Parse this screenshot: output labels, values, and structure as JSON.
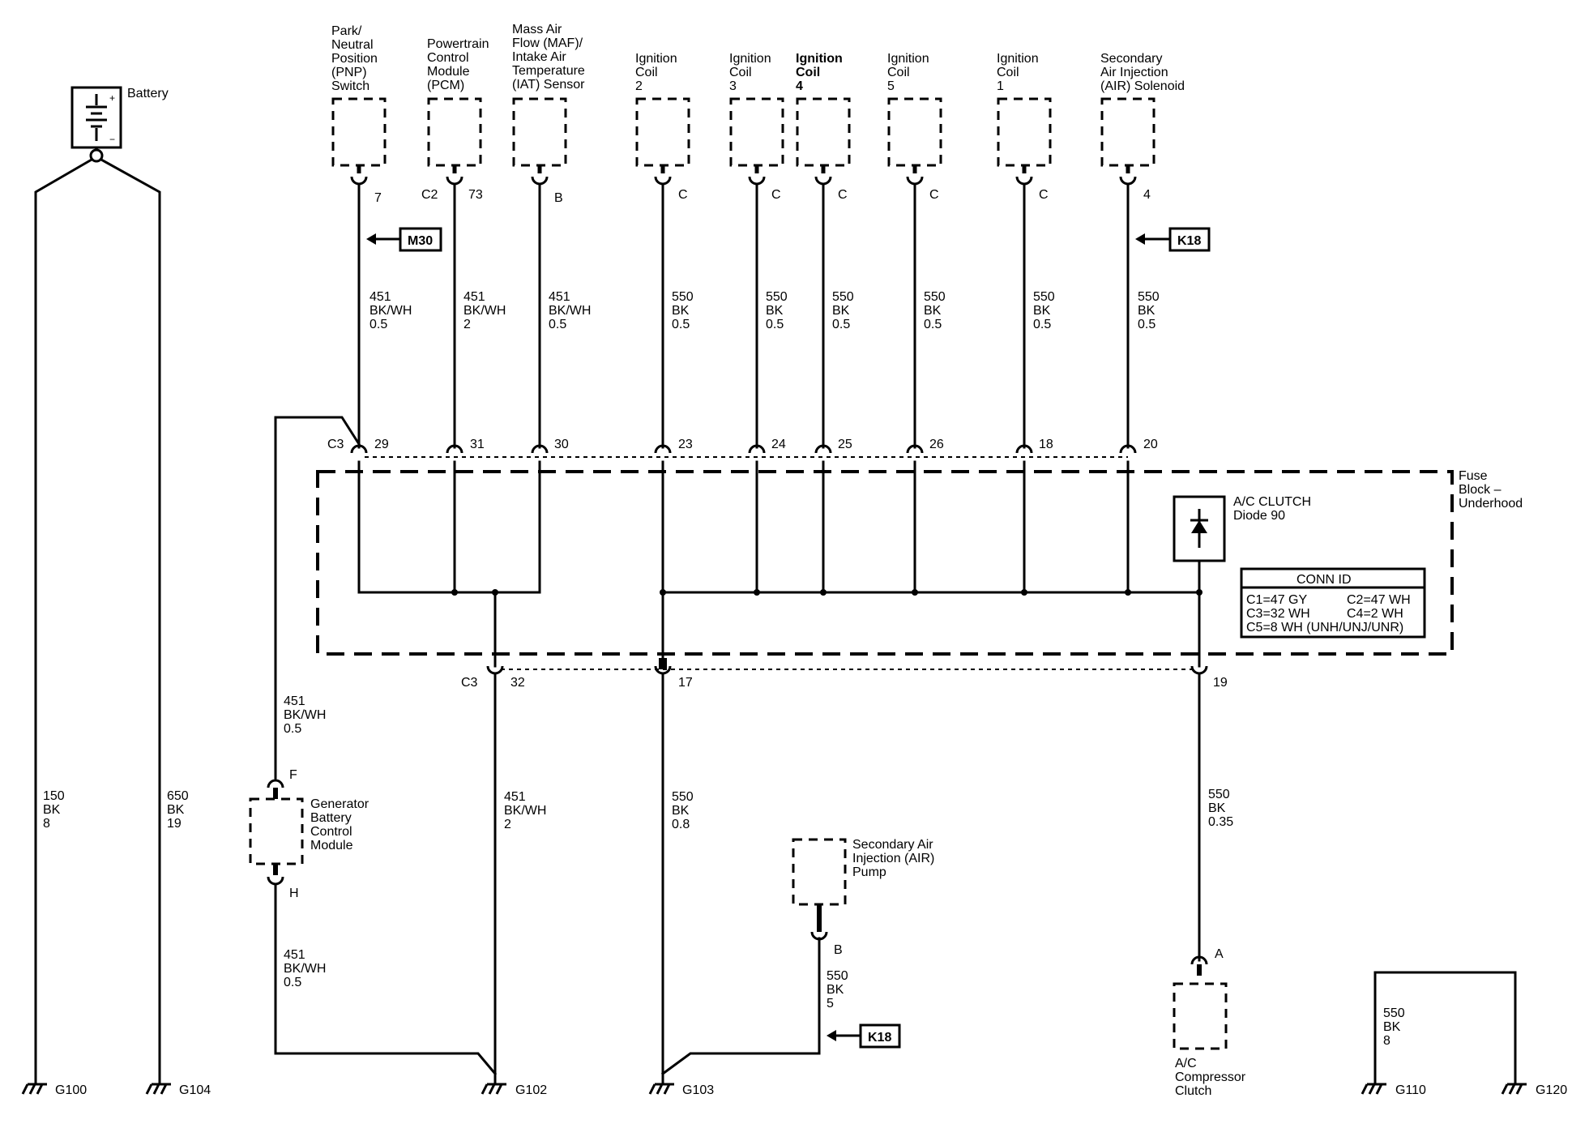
{
  "battery": {
    "label": "Battery",
    "plus": "+",
    "minus": "−"
  },
  "components": {
    "pnp": [
      "Park/",
      "Neutral",
      "Position",
      "(PNP)",
      "Switch"
    ],
    "pcm": [
      "Powertrain",
      "Control",
      "Module",
      "(PCM)"
    ],
    "maf": [
      "Mass Air",
      "Flow (MAF)/",
      "Intake Air",
      "Temperature",
      "(IAT) Sensor"
    ],
    "coil2": [
      "Ignition",
      "Coil",
      "2"
    ],
    "coil3": [
      "Ignition",
      "Coil",
      "3"
    ],
    "coil4": [
      "Ignition",
      "Coil",
      "4"
    ],
    "coil5": [
      "Ignition",
      "Coil",
      "5"
    ],
    "coil1": [
      "Ignition",
      "Coil",
      "1"
    ],
    "air_solenoid": [
      "Secondary",
      "Air Injection",
      "(AIR) Solenoid"
    ],
    "gbcm": [
      "Generator",
      "Battery",
      "Control",
      "Module"
    ],
    "air_pump": [
      "Secondary Air",
      "Injection (AIR)",
      "Pump"
    ],
    "ac_clutch": [
      "A/C",
      "Compressor",
      "Clutch"
    ],
    "fuse_block": [
      "Fuse",
      "Block –",
      "Underhood"
    ],
    "diode": [
      "A/C CLUTCH",
      "Diode 90"
    ]
  },
  "pins": {
    "pnp": "7",
    "pcm_conn": "C2",
    "pcm": "73",
    "maf": "B",
    "coil2": "C",
    "coil3": "C",
    "coil4": "C",
    "coil5": "C",
    "coil1": "C",
    "air_solenoid": "4",
    "gbcm_top": "F",
    "gbcm_bottom": "H",
    "air_pump": "B",
    "ac_clutch": "A"
  },
  "refs": {
    "pnp": "M30",
    "air_solenoid": "K18",
    "air_pump": "K18"
  },
  "fuse_top": {
    "conn": "C3",
    "pins": [
      "29",
      "31",
      "30",
      "23",
      "24",
      "25",
      "26",
      "18",
      "20"
    ]
  },
  "fuse_bottom": {
    "conn": "C3",
    "pins": [
      "32",
      "17",
      "19"
    ]
  },
  "wires": {
    "pnp": [
      "451",
      "BK/WH",
      "0.5"
    ],
    "pcm": [
      "451",
      "BK/WH",
      "2"
    ],
    "maf": [
      "451",
      "BK/WH",
      "0.5"
    ],
    "coil2": [
      "550",
      "BK",
      "0.5"
    ],
    "coil3": [
      "550",
      "BK",
      "0.5"
    ],
    "coil4": [
      "550",
      "BK",
      "0.5"
    ],
    "coil5": [
      "550",
      "BK",
      "0.5"
    ],
    "coil1": [
      "550",
      "BK",
      "0.5"
    ],
    "air_solenoid": [
      "550",
      "BK",
      "0.5"
    ],
    "battery_left": [
      "150",
      "BK",
      "8"
    ],
    "battery_right": [
      "650",
      "BK",
      "19"
    ],
    "gbcm_top": [
      "451",
      "BK/WH",
      "0.5"
    ],
    "gbcm_bottom": [
      "451",
      "BK/WH",
      "0.5"
    ],
    "c3_32": [
      "451",
      "BK/WH",
      "2"
    ],
    "c3_17": [
      "550",
      "BK",
      "0.8"
    ],
    "air_pump": [
      "550",
      "BK",
      "5"
    ],
    "c3_19": [
      "550",
      "BK",
      "0.35"
    ],
    "g110_g120": [
      "550",
      "BK",
      "8"
    ]
  },
  "conn_id": {
    "title": "CONN ID",
    "rows": [
      [
        "C1=47 GY",
        "C2=47 WH"
      ],
      [
        "C3=32 WH",
        "C4=2 WH"
      ],
      [
        "C5=8 WH (UNH/UNJ/UNR)",
        ""
      ]
    ]
  },
  "grounds": {
    "g100": "G100",
    "g104": "G104",
    "g102": "G102",
    "g103": "G103",
    "g110": "G110",
    "g120": "G120"
  }
}
